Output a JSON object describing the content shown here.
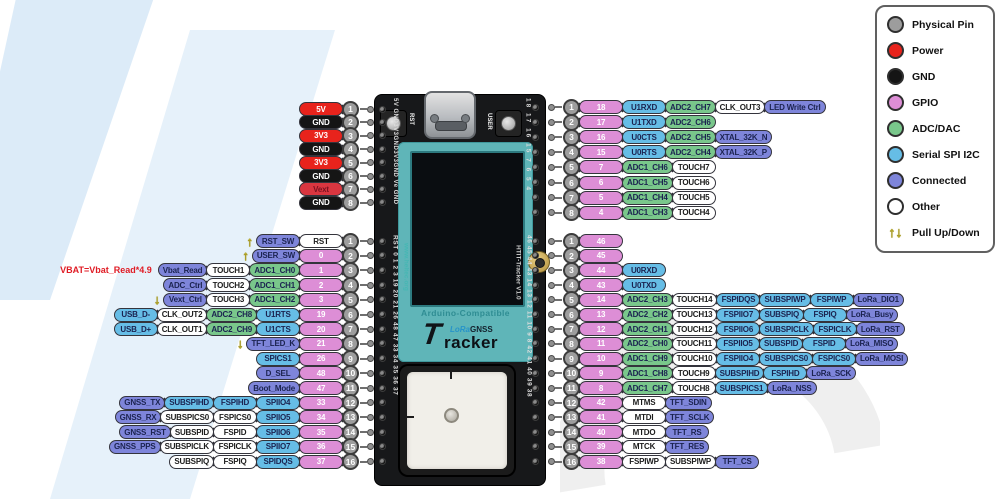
{
  "colors": {
    "physical": "#9d9d9d",
    "power": "#e8231c",
    "gnd": "#151515",
    "gpio": "#dd8ed6",
    "adc": "#79c78b",
    "serial": "#66bde6",
    "connected": "#7e85da",
    "other": "#ffffff",
    "vext": "#d93640",
    "arrow": "#f2e93e",
    "note_red": "#e01b24"
  },
  "legend": {
    "items": [
      {
        "label": "Physical Pin",
        "swatch": "physical"
      },
      {
        "label": "Power",
        "swatch": "power"
      },
      {
        "label": "GND",
        "swatch": "gnd"
      },
      {
        "label": "GPIO",
        "swatch": "gpio"
      },
      {
        "label": "ADC/DAC",
        "swatch": "adc"
      },
      {
        "label": "Serial SPI I2C",
        "swatch": "serial"
      },
      {
        "label": "Connected",
        "swatch": "connected"
      },
      {
        "label": "Other",
        "swatch": "other"
      },
      {
        "label": "Pull Up/Down",
        "swatch": "arrows"
      }
    ]
  },
  "board": {
    "screen_caption": "Arduino-Compatible",
    "logo_t": "T",
    "logo_lora": "LoRa",
    "logo_gnss": "GNSS",
    "logo_racker": "racker",
    "rst_label": "RST",
    "user_label": "USER",
    "heltec_url": "www.heltec.org",
    "model_vertical": "HTIT-Tracker V1.0",
    "top_left_silk": "5V GND3V3GND3V3GND Ve GND",
    "top_right_silk": "18 17 16 15 7 6 5 4",
    "left_silk": "RST 0 1 2 3 19 20 21 26 48 47 33 34 35 36 37",
    "right_silk": "46 45 44 43 14 13 12 11 10 9 8 42 41 40 39 38"
  },
  "blocks": {
    "left-power": {
      "rows": [
        {
          "pin": "1",
          "cells": [
            [
              "5V",
              "power"
            ]
          ]
        },
        {
          "pin": "2",
          "cells": [
            [
              "GND",
              "gnd"
            ]
          ]
        },
        {
          "pin": "3",
          "cells": [
            [
              "3V3",
              "power"
            ]
          ]
        },
        {
          "pin": "4",
          "cells": [
            [
              "GND",
              "gnd"
            ]
          ]
        },
        {
          "pin": "5",
          "cells": [
            [
              "3V3",
              "power"
            ]
          ]
        },
        {
          "pin": "6",
          "cells": [
            [
              "GND",
              "gnd"
            ]
          ]
        },
        {
          "pin": "7",
          "cells": [
            [
              "Vext",
              "vext"
            ]
          ]
        },
        {
          "pin": "8",
          "cells": [
            [
              "GND",
              "gnd"
            ]
          ]
        }
      ]
    },
    "left-main": {
      "rows": [
        {
          "pin": "1",
          "arrow": "up",
          "cells": [
            [
              "RST_SW",
              "connected"
            ],
            [
              "RST",
              "other"
            ]
          ]
        },
        {
          "pin": "2",
          "arrow": "up",
          "cells": [
            [
              "USER_SW",
              "connected"
            ],
            [
              "0",
              "gpio"
            ]
          ]
        },
        {
          "pin": "3",
          "note": "VBAT=Vbat_Read*4.9",
          "cells": [
            [
              "Vbat_Read",
              "connected"
            ],
            [
              "TOUCH1",
              "other"
            ],
            [
              "ADC1_CH0",
              "adc"
            ],
            [
              "1",
              "gpio"
            ]
          ]
        },
        {
          "pin": "4",
          "cells": [
            [
              "ADC_Ctrl",
              "connected"
            ],
            [
              "TOUCH2",
              "other"
            ],
            [
              "ADC1_CH1",
              "adc"
            ],
            [
              "2",
              "gpio"
            ]
          ]
        },
        {
          "pin": "5",
          "arrow": "down",
          "cells": [
            [
              "Vext_Ctrl",
              "connected"
            ],
            [
              "TOUCH3",
              "other"
            ],
            [
              "ADC1_CH2",
              "adc"
            ],
            [
              "3",
              "gpio"
            ]
          ]
        },
        {
          "pin": "6",
          "cells": [
            [
              "USB_D-",
              "serial"
            ],
            [
              "CLK_OUT2",
              "other"
            ],
            [
              "ADC2_CH8",
              "adc"
            ],
            [
              "U1RTS",
              "serial"
            ],
            [
              "19",
              "gpio"
            ]
          ]
        },
        {
          "pin": "7",
          "cells": [
            [
              "USB_D+",
              "serial"
            ],
            [
              "CLK_OUT1",
              "other"
            ],
            [
              "ADC2_CH9",
              "adc"
            ],
            [
              "U1CTS",
              "serial"
            ],
            [
              "20",
              "gpio"
            ]
          ]
        },
        {
          "pin": "8",
          "arrow": "down",
          "cells": [
            [
              "TFT_LED_K",
              "connected"
            ],
            [
              "21",
              "gpio"
            ]
          ]
        },
        {
          "pin": "9",
          "cells": [
            [
              "SPICS1",
              "serial"
            ],
            [
              "26",
              "gpio"
            ]
          ]
        },
        {
          "pin": "10",
          "cells": [
            [
              "D_SEL",
              "connected"
            ],
            [
              "48",
              "gpio"
            ]
          ]
        },
        {
          "pin": "11",
          "cells": [
            [
              "Boot_Mode",
              "connected"
            ],
            [
              "47",
              "gpio"
            ]
          ]
        },
        {
          "pin": "12",
          "cells": [
            [
              "GNSS_TX",
              "connected"
            ],
            [
              "SUBSPIHD",
              "serial"
            ],
            [
              "FSPIHD",
              "serial"
            ],
            [
              "SPIIO4",
              "serial"
            ],
            [
              "33",
              "gpio"
            ]
          ]
        },
        {
          "pin": "13",
          "cells": [
            [
              "GNSS_RX",
              "connected"
            ],
            [
              "SUBSPICS0",
              "other"
            ],
            [
              "FSPICS0",
              "other"
            ],
            [
              "SPIIO5",
              "serial"
            ],
            [
              "34",
              "gpio"
            ]
          ]
        },
        {
          "pin": "14",
          "cells": [
            [
              "GNSS_RST",
              "connected"
            ],
            [
              "SUBSPID",
              "other"
            ],
            [
              "FSPID",
              "other"
            ],
            [
              "SPIIO6",
              "serial"
            ],
            [
              "35",
              "gpio"
            ]
          ]
        },
        {
          "pin": "15",
          "cells": [
            [
              "GNSS_PPS",
              "connected"
            ],
            [
              "SUBSPICLK",
              "other"
            ],
            [
              "FSPICLK",
              "other"
            ],
            [
              "SPIIO7",
              "serial"
            ],
            [
              "36",
              "gpio"
            ]
          ]
        },
        {
          "pin": "16",
          "cells": [
            [
              "SUBSPIQ",
              "other"
            ],
            [
              "FSPIQ",
              "other"
            ],
            [
              "SPIDQS",
              "serial"
            ],
            [
              "37",
              "gpio"
            ]
          ]
        }
      ]
    },
    "right-top": {
      "rows": [
        {
          "pin": "1",
          "cells": [
            [
              "18",
              "gpio"
            ],
            [
              "U1RXD",
              "serial"
            ],
            [
              "ADC2_CH7",
              "adc"
            ],
            [
              "CLK_OUT3",
              "other"
            ],
            [
              "LED Write Ctrl",
              "connected"
            ]
          ]
        },
        {
          "pin": "2",
          "cells": [
            [
              "17",
              "gpio"
            ],
            [
              "U1TXD",
              "serial"
            ],
            [
              "ADC2_CH6",
              "adc"
            ]
          ]
        },
        {
          "pin": "3",
          "cells": [
            [
              "16",
              "gpio"
            ],
            [
              "U0CTS",
              "serial"
            ],
            [
              "ADC2_CH5",
              "adc"
            ],
            [
              "XTAL_32K_N",
              "connected"
            ]
          ]
        },
        {
          "pin": "4",
          "cells": [
            [
              "15",
              "gpio"
            ],
            [
              "U0RTS",
              "serial"
            ],
            [
              "ADC2_CH4",
              "adc"
            ],
            [
              "XTAL_32K_P",
              "connected"
            ]
          ]
        },
        {
          "pin": "5",
          "cells": [
            [
              "7",
              "gpio"
            ],
            [
              "ADC1_CH6",
              "adc"
            ],
            [
              "TOUCH7",
              "other"
            ]
          ]
        },
        {
          "pin": "6",
          "cells": [
            [
              "6",
              "gpio"
            ],
            [
              "ADC1_CH5",
              "adc"
            ],
            [
              "TOUCH6",
              "other"
            ]
          ]
        },
        {
          "pin": "7",
          "cells": [
            [
              "5",
              "gpio"
            ],
            [
              "ADC1_CH4",
              "adc"
            ],
            [
              "TOUCH5",
              "other"
            ]
          ]
        },
        {
          "pin": "8",
          "cells": [
            [
              "4",
              "gpio"
            ],
            [
              "ADC1_CH3",
              "adc"
            ],
            [
              "TOUCH4",
              "other"
            ]
          ]
        }
      ]
    },
    "right-main": {
      "rows": [
        {
          "pin": "1",
          "cells": [
            [
              "46",
              "gpio"
            ]
          ]
        },
        {
          "pin": "2",
          "cells": [
            [
              "45",
              "gpio"
            ]
          ]
        },
        {
          "pin": "3",
          "cells": [
            [
              "44",
              "gpio"
            ],
            [
              "U0RXD",
              "serial"
            ]
          ]
        },
        {
          "pin": "4",
          "cells": [
            [
              "43",
              "gpio"
            ],
            [
              "U0TXD",
              "serial"
            ]
          ]
        },
        {
          "pin": "5",
          "cells": [
            [
              "14",
              "gpio"
            ],
            [
              "ADC2_CH3",
              "adc"
            ],
            [
              "TOUCH14",
              "other"
            ],
            [
              "FSPIDQS",
              "serial"
            ],
            [
              "SUBSPIWP",
              "serial"
            ],
            [
              "FSPIWP",
              "serial"
            ],
            [
              "LoRa_DIO1",
              "connected"
            ]
          ]
        },
        {
          "pin": "6",
          "cells": [
            [
              "13",
              "gpio"
            ],
            [
              "ADC2_CH2",
              "adc"
            ],
            [
              "TOUCH13",
              "other"
            ],
            [
              "FSPIIO7",
              "serial"
            ],
            [
              "SUBSPIQ",
              "serial"
            ],
            [
              "FSPIQ",
              "serial"
            ],
            [
              "LoRa_Busy",
              "connected"
            ]
          ]
        },
        {
          "pin": "7",
          "cells": [
            [
              "12",
              "gpio"
            ],
            [
              "ADC2_CH1",
              "adc"
            ],
            [
              "TOUCH12",
              "other"
            ],
            [
              "FSPIIO6",
              "serial"
            ],
            [
              "SUBSPICLK",
              "serial"
            ],
            [
              "FSPICLK",
              "serial"
            ],
            [
              "LoRa_RST",
              "connected"
            ]
          ]
        },
        {
          "pin": "8",
          "cells": [
            [
              "11",
              "gpio"
            ],
            [
              "ADC2_CH0",
              "adc"
            ],
            [
              "TOUCH11",
              "other"
            ],
            [
              "FSPIIO5",
              "serial"
            ],
            [
              "SUBSPID",
              "serial"
            ],
            [
              "FSPID",
              "serial"
            ],
            [
              "LoRa_MISO",
              "connected"
            ]
          ]
        },
        {
          "pin": "9",
          "cells": [
            [
              "10",
              "gpio"
            ],
            [
              "ADC1_CH9",
              "adc"
            ],
            [
              "TOUCH10",
              "other"
            ],
            [
              "FSPIIO4",
              "serial"
            ],
            [
              "SUBSPICS0",
              "serial"
            ],
            [
              "FSPICS0",
              "serial"
            ],
            [
              "LoRa_MOSI",
              "connected"
            ]
          ]
        },
        {
          "pin": "10",
          "cells": [
            [
              "9",
              "gpio"
            ],
            [
              "ADC1_CH8",
              "adc"
            ],
            [
              "TOUCH9",
              "other"
            ],
            [
              "SUBSPIHD",
              "serial"
            ],
            [
              "FSPIHD",
              "serial"
            ],
            [
              "LoRa_SCK",
              "connected"
            ]
          ]
        },
        {
          "pin": "11",
          "cells": [
            [
              "8",
              "gpio"
            ],
            [
              "ADC1_CH7",
              "adc"
            ],
            [
              "TOUCH8",
              "other"
            ],
            [
              "SUBSPICS1",
              "serial"
            ],
            [
              "LoRa_NSS",
              "connected"
            ]
          ]
        },
        {
          "pin": "12",
          "cells": [
            [
              "42",
              "gpio"
            ],
            [
              "MTMS",
              "other"
            ],
            [
              "TFT_SDIN",
              "connected"
            ]
          ]
        },
        {
          "pin": "13",
          "cells": [
            [
              "41",
              "gpio"
            ],
            [
              "MTDI",
              "other"
            ],
            [
              "TFT_SCLK",
              "connected"
            ]
          ]
        },
        {
          "pin": "14",
          "cells": [
            [
              "40",
              "gpio"
            ],
            [
              "MTDO",
              "other"
            ],
            [
              "TFT_RS",
              "connected"
            ]
          ]
        },
        {
          "pin": "15",
          "cells": [
            [
              "39",
              "gpio"
            ],
            [
              "MTCK",
              "other"
            ],
            [
              "TFT_RES",
              "connected"
            ]
          ]
        },
        {
          "pin": "16",
          "cells": [
            [
              "38",
              "gpio"
            ],
            [
              "FSPIWP",
              "other"
            ],
            [
              "SUBSPIWP",
              "other"
            ],
            [
              "TFT_CS",
              "connected"
            ]
          ]
        }
      ]
    }
  }
}
